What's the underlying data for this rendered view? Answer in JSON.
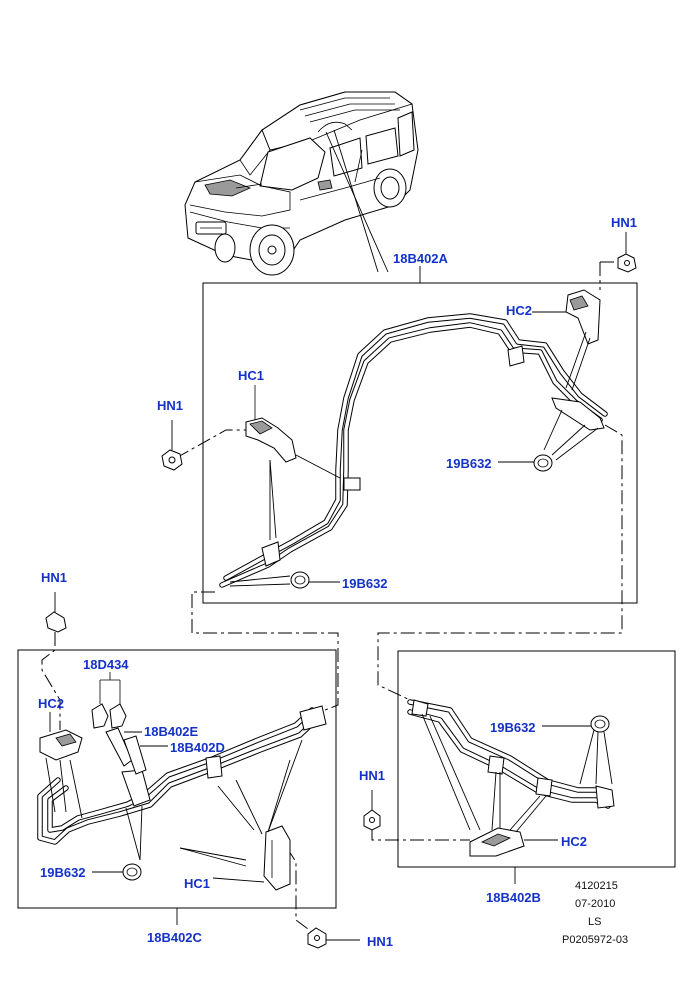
{
  "callouts": {
    "hn1_top_right": "HN1",
    "assembly_top": "18B402A",
    "hc2_top": "HC2",
    "hc1_top": "HC1",
    "hn1_mid_left": "HN1",
    "clamp_top_right": "19B632",
    "clamp_top_left": "19B632",
    "hn1_left": "HN1",
    "connector_18d434": "18D434",
    "hc2_left": "HC2",
    "hose_18b402e": "18B402E",
    "hose_18b402d": "18B402D",
    "clamp_right": "19B632",
    "hn1_mid": "HN1",
    "hc2_right": "HC2",
    "clamp_left": "19B632",
    "hc1_bottom": "HC1",
    "assembly_right": "18B402B",
    "assembly_left": "18B402C",
    "hn1_bottom": "HN1"
  },
  "meta": {
    "ref": "4120215",
    "date": "07-2010",
    "model": "LS",
    "illustration_id": "P0205972-03"
  },
  "colors": {
    "callout": "#1432c8",
    "line": "#000000",
    "background": "#ffffff"
  }
}
